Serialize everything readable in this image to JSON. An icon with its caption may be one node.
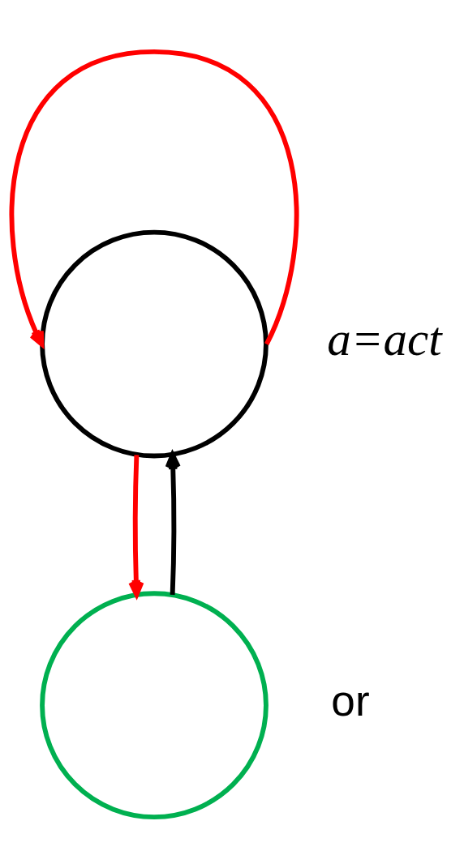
{
  "diagram": {
    "nodes": [
      {
        "text": [],
        "shape": "circle"
      },
      {
        "text": [],
        "shape": "circle"
      }
    ],
    "edges": [
      {
        "from": 0,
        "to": 0,
        "arrow": "to",
        "color": "#ff0000"
      },
      {
        "from": 0,
        "to": 1,
        "arrow": "to",
        "color": "#ff0000"
      },
      {
        "from": 1,
        "to": 0,
        "arrow": "to",
        "color": "#000000"
      }
    ],
    "labels": [
      "a=act",
      "or"
    ]
  }
}
